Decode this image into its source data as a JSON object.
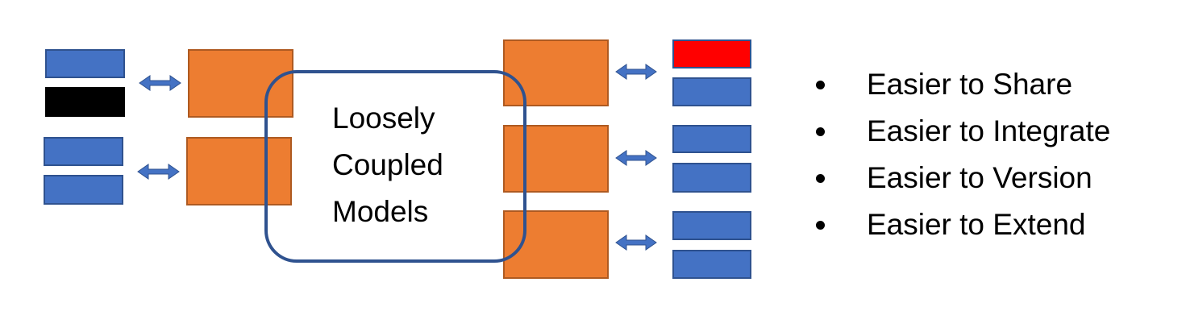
{
  "diagram": {
    "hub_label_lines": [
      "Loosely",
      "Coupled",
      "Models"
    ],
    "colors": {
      "model_fill": "#ED7D31",
      "model_stroke": "#AE5A21",
      "data_blue": "#4472C4",
      "data_blue_stroke": "#2F528F",
      "data_black": "#000000",
      "data_red": "#FF0000",
      "hub_stroke": "#2F528F",
      "arrow": "#4472C4"
    }
  },
  "benefits": [
    "Easier to Share",
    "Easier to Integrate",
    "Easier to Version",
    "Easier to Extend"
  ]
}
